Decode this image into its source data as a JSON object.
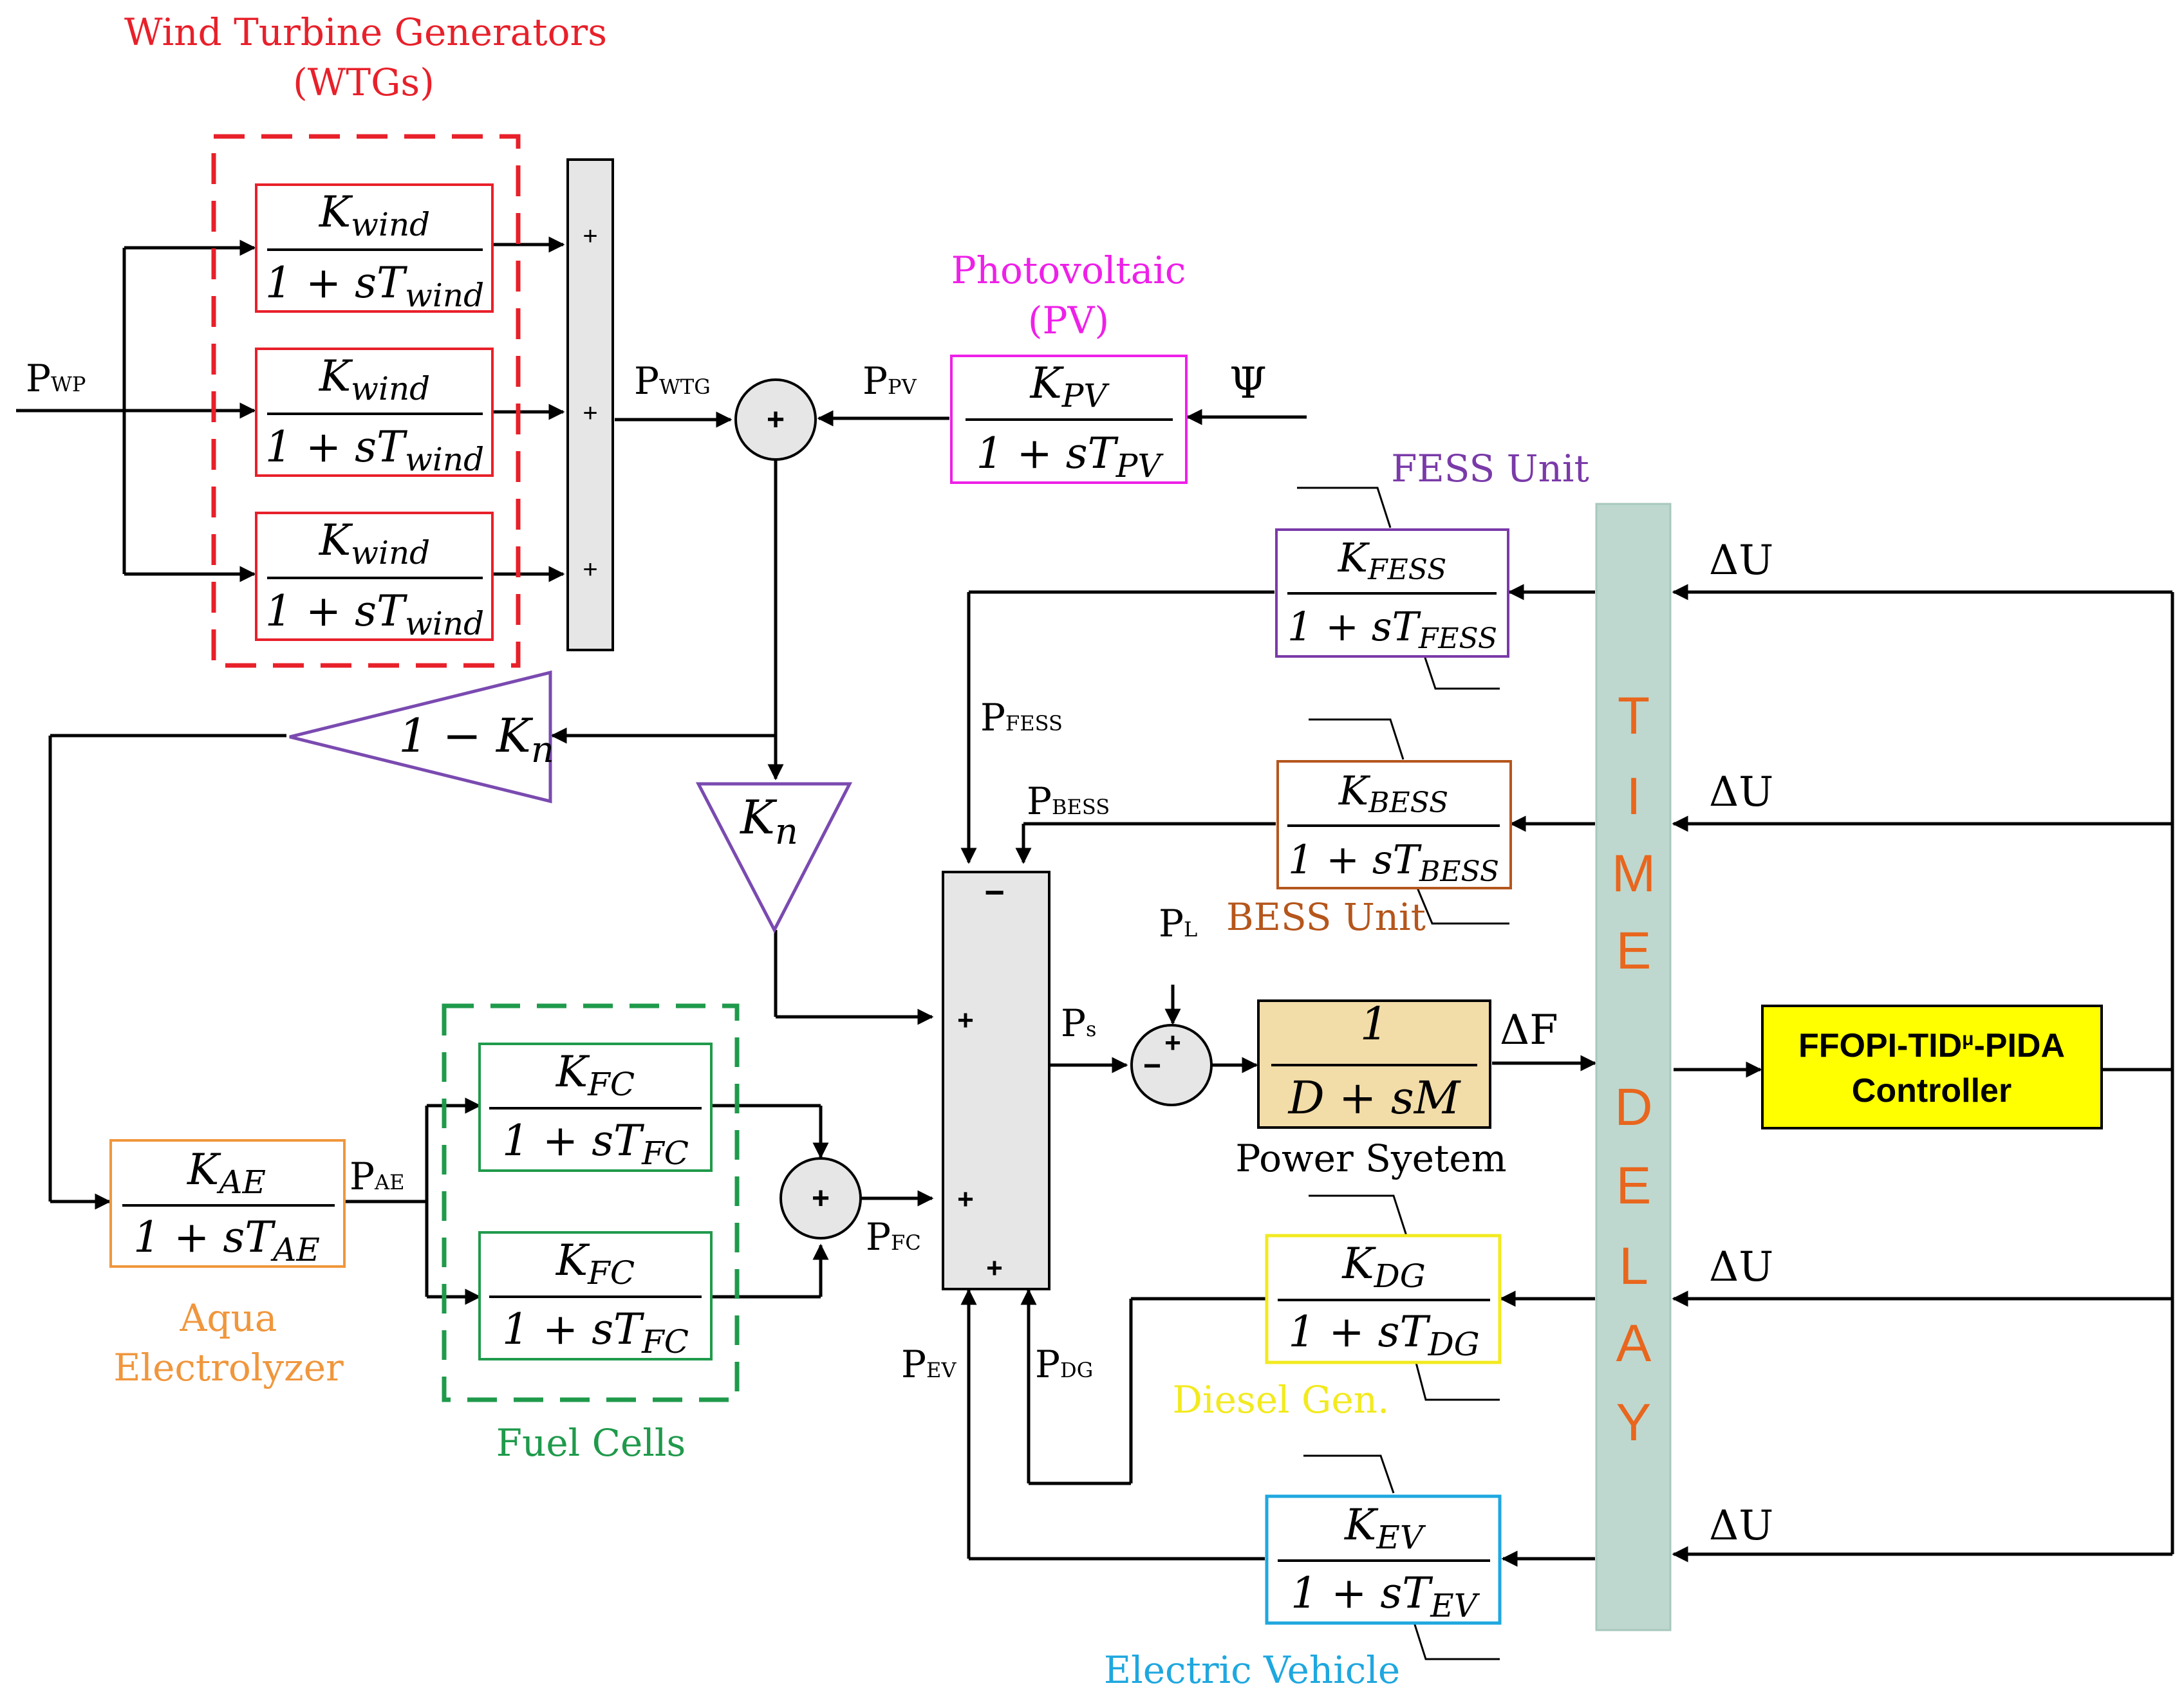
{
  "titles": {
    "wtg_line1": "Wind Turbine Generators",
    "wtg_line2": "(WTGs)",
    "pv_line1": "Photovoltaic",
    "pv_line2": "(PV)",
    "fess": "FESS Unit",
    "bess": "BESS Unit",
    "power_system": "Power Syetem",
    "diesel": "Diesel Gen.",
    "ev": "Electric Vehicle",
    "fuel_cells": "Fuel Cells",
    "ae_line1": "Aqua",
    "ae_line2": "Electrolyzer"
  },
  "signals": {
    "pwp": {
      "main": "P",
      "sub": "WP"
    },
    "pwtg": {
      "main": "P",
      "sub": "WTG"
    },
    "ppv": {
      "main": "P",
      "sub": "PV"
    },
    "psi": "Ψ",
    "pfess": {
      "main": "P",
      "sub": "FESS"
    },
    "pbess": {
      "main": "P",
      "sub": "BESS"
    },
    "pl": {
      "main": "P",
      "sub": "L"
    },
    "ps": {
      "main": "P",
      "sub": "s"
    },
    "pae": {
      "main": "P",
      "sub": "AE"
    },
    "pfc": {
      "main": "P",
      "sub": "FC"
    },
    "pev": {
      "main": "P",
      "sub": "EV"
    },
    "pdg": {
      "main": "P",
      "sub": "DG"
    },
    "delta_f": "ΔF",
    "delta_u": "ΔU"
  },
  "blocks": {
    "wind": {
      "k": "K",
      "k_sub": "wind",
      "one_plus_s": "1 + sT",
      "t_sub": "wind"
    },
    "pv": {
      "k": "K",
      "k_sub": "PV",
      "one_plus_s": "1 + sT",
      "t_sub": "PV"
    },
    "fess": {
      "k": "K",
      "k_sub": "FESS",
      "one_plus_s": "1 + sT",
      "t_sub": "FESS"
    },
    "bess": {
      "k": "K",
      "k_sub": "BESS",
      "one_plus_s": "1 + sT",
      "t_sub": "BESS"
    },
    "dg": {
      "k": "K",
      "k_sub": "DG",
      "one_plus_s": "1 + sT",
      "t_sub": "DG"
    },
    "ev": {
      "k": "K",
      "k_sub": "EV",
      "one_plus_s": "1 + sT",
      "t_sub": "EV"
    },
    "fc": {
      "k": "K",
      "k_sub": "FC",
      "one_plus_s": "1 + sT",
      "t_sub": "FC"
    },
    "ae": {
      "k": "K",
      "k_sub": "AE",
      "one_plus_s": "1 + sT",
      "t_sub": "AE"
    },
    "power_system": {
      "num": "1",
      "den": "D + sM"
    },
    "gain_kn": {
      "k": "K",
      "k_sub": "n"
    },
    "gain_1_minus_kn": {
      "prefix": "1 − K",
      "k_sub": "n"
    }
  },
  "time_delay": {
    "letters": [
      "T",
      "I",
      "M",
      "E",
      "",
      "D",
      "E",
      "L",
      "A",
      "Y"
    ]
  },
  "controller": {
    "line1_a": "FFOPI-TID",
    "line1_sup": "μ",
    "line1_b": "-PIDA",
    "line2": "Controller"
  },
  "signs": {
    "plus": "+",
    "minus": "−"
  },
  "colors": {
    "wtg": "#e8202a",
    "pv": "#ee20e8",
    "fess": "#7a3aa8",
    "bess": "#b5561c",
    "dg": "#f2ea1f",
    "ev": "#1fa7df",
    "fc": "#1f9a4b",
    "ae": "#f0963c",
    "gain": "#7a4ab0",
    "time_delay_fill": "#bed8cf",
    "time_delay_text": "#e8661d",
    "controller_fill": "#ffff00",
    "power_system_fill": "#f2dca7",
    "summer_fill": "#e6e6e6"
  }
}
